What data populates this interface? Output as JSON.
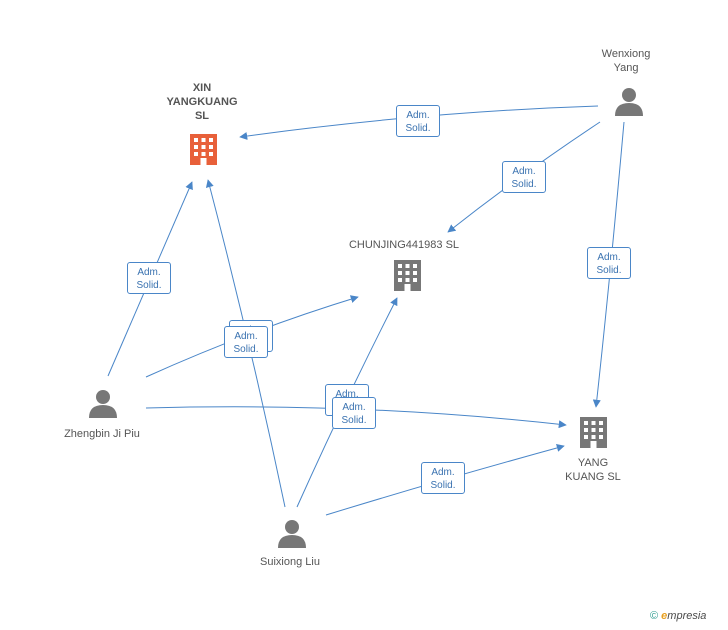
{
  "nodes": {
    "xin": {
      "label_lines": [
        "XIN",
        "YANGKUANG",
        "SL"
      ]
    },
    "chunjing": {
      "label": "CHUNJING441983 SL"
    },
    "yang": {
      "label_lines": [
        "YANG",
        "KUANG SL"
      ]
    },
    "wenxiong": {
      "label_lines": [
        "Wenxiong",
        "Yang"
      ]
    },
    "zhengbin": {
      "label": "Zhengbin Ji Piu"
    },
    "suixiong": {
      "label": "Suixiong Liu"
    }
  },
  "relation": {
    "line1": "Adm.",
    "line2": "Solid."
  },
  "footer": {
    "copyright": "©",
    "brand_e": "e",
    "brand_rest": "mpresia"
  },
  "colors": {
    "edge": "#4a86c8",
    "company": "#777777",
    "main_company": "#e8603a",
    "person": "#777777"
  }
}
